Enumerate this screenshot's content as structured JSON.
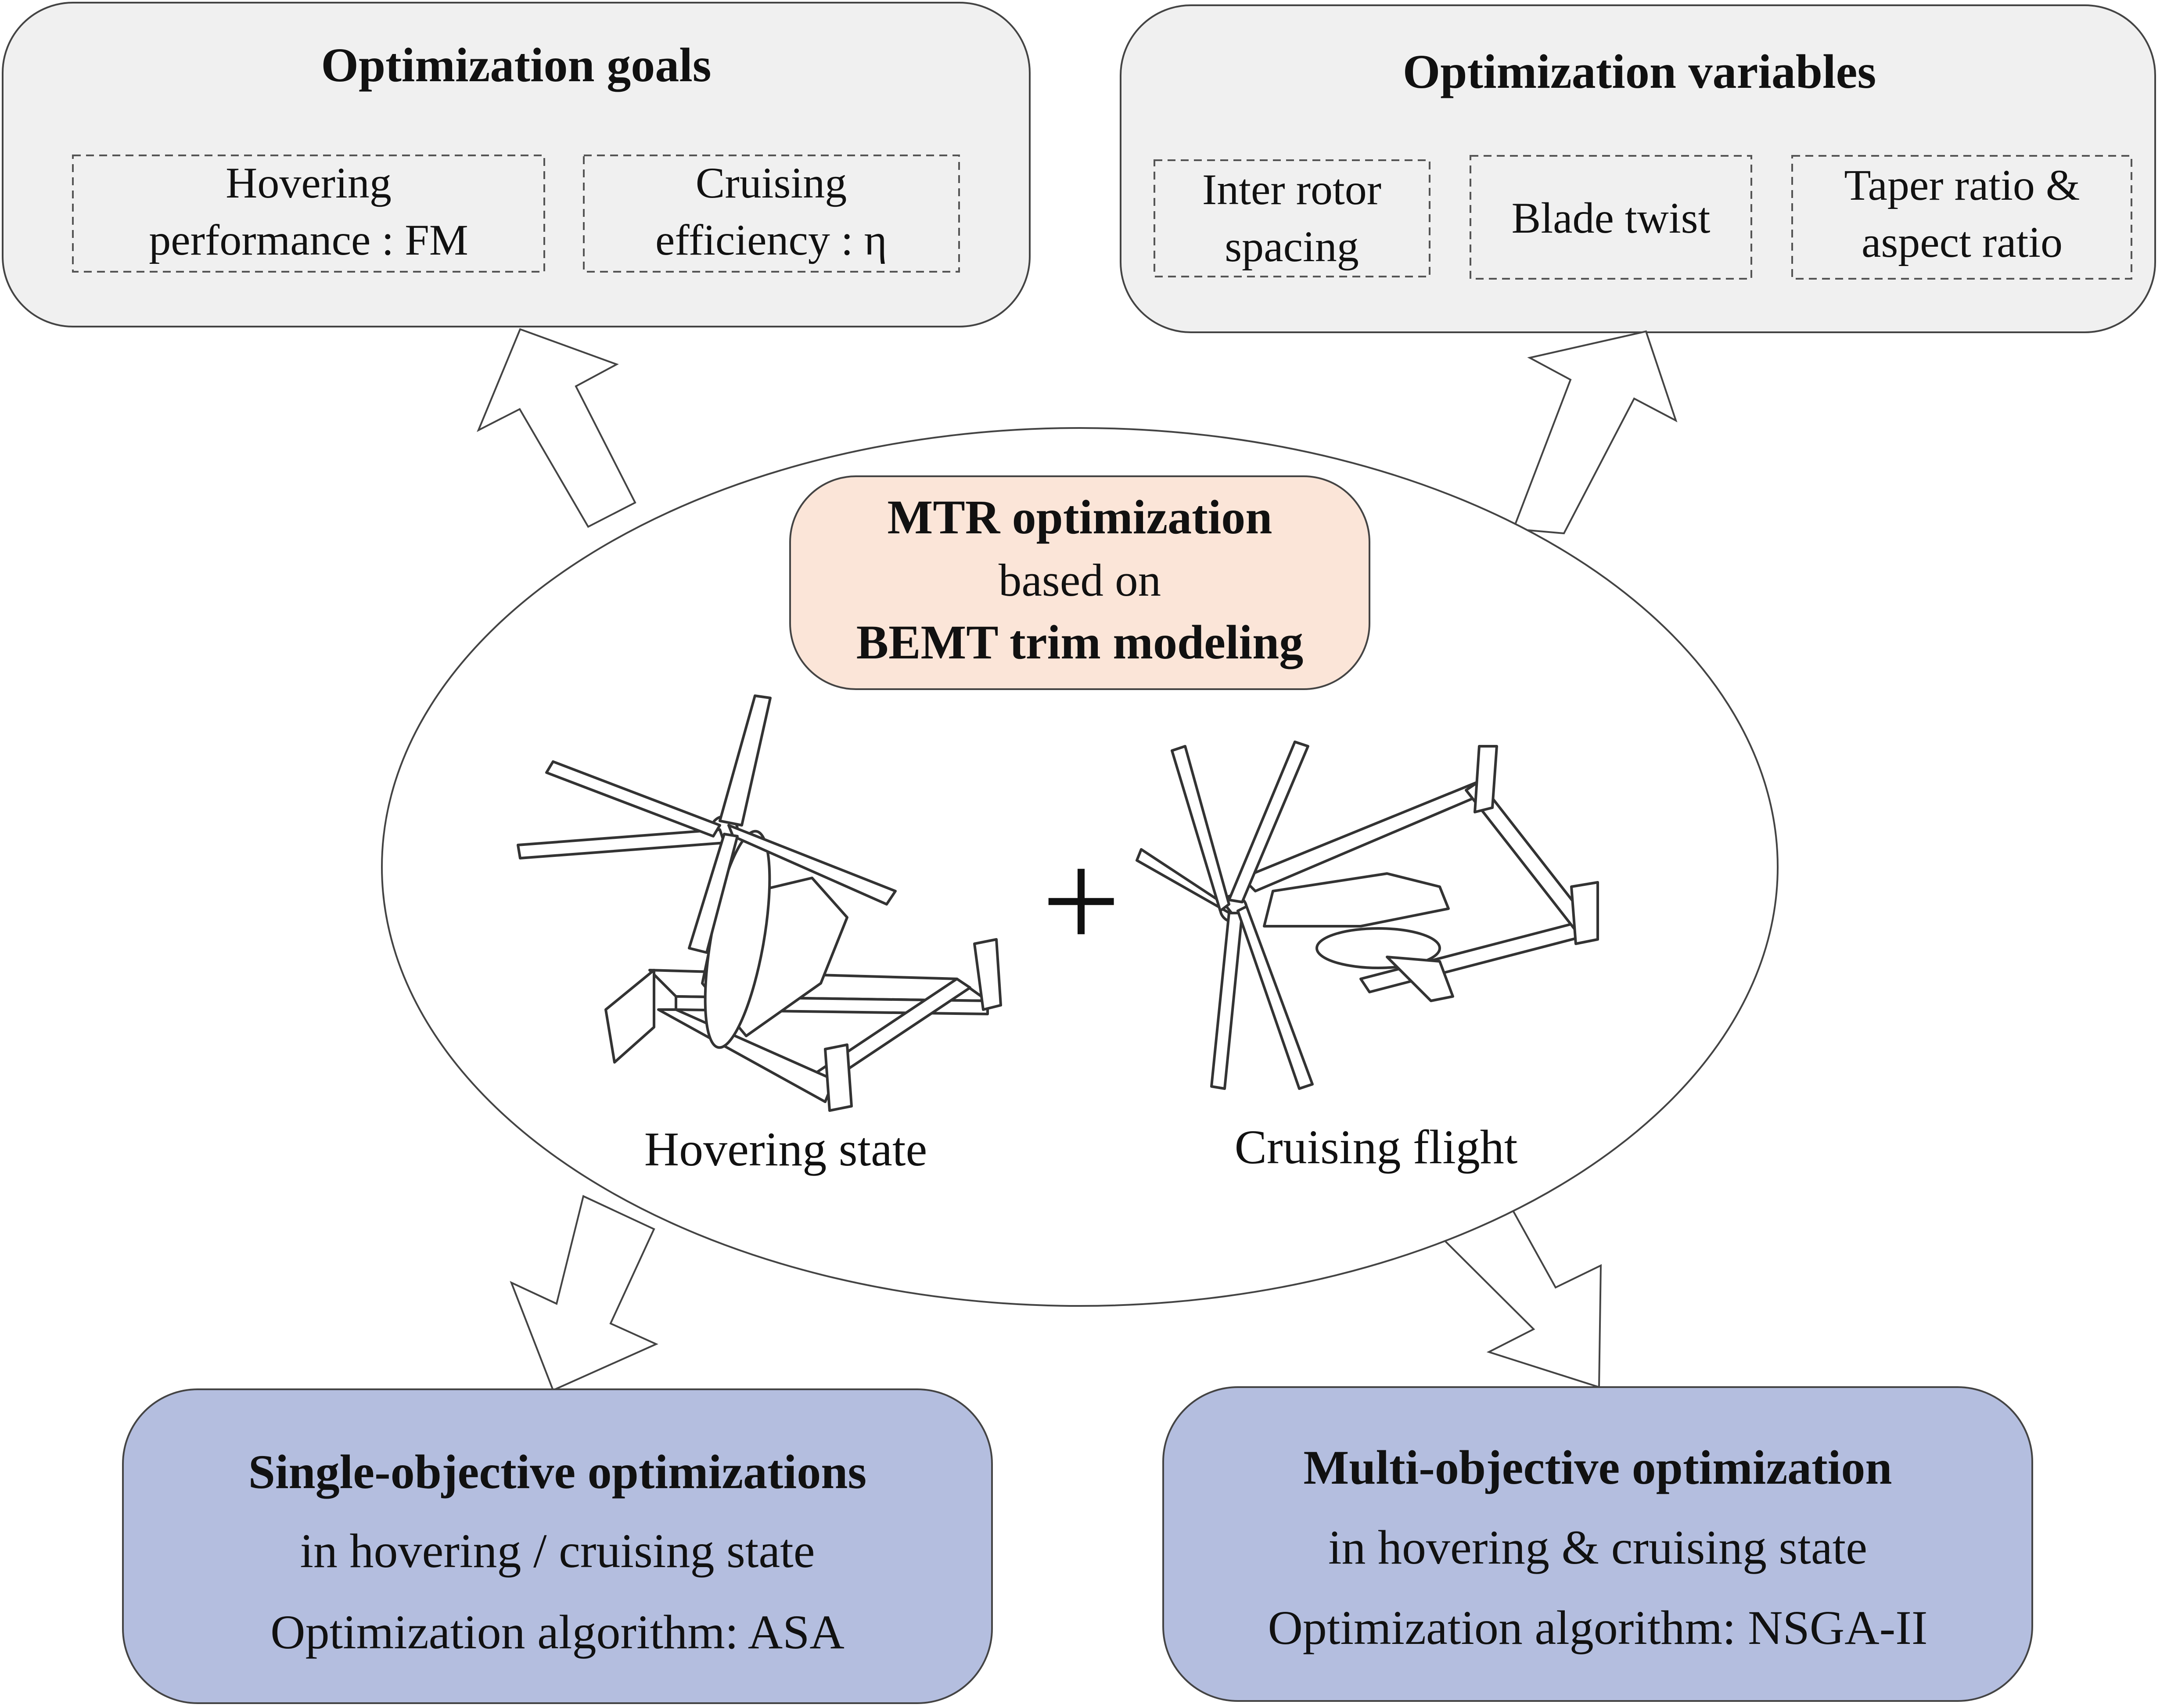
{
  "goals": {
    "title": "Optimization goals",
    "items": [
      {
        "line1": "Hovering",
        "line2": "performance : FM"
      },
      {
        "line1": "Cruising",
        "line2": "efficiency : η"
      }
    ]
  },
  "variables": {
    "title": "Optimization variables",
    "items": [
      {
        "line1": "Inter rotor",
        "line2": "spacing"
      },
      {
        "line1": "Blade twist",
        "line2": ""
      },
      {
        "line1": "Taper ratio &",
        "line2": "aspect ratio"
      }
    ]
  },
  "center": {
    "title": "MTR optimization",
    "middle": "based on",
    "subtitle": "BEMT trim modeling",
    "plus": "+",
    "hover_caption": "Hovering state",
    "cruise_caption": "Cruising flight"
  },
  "single": {
    "title": "Single-objective optimizations",
    "line2": "in hovering / cruising state",
    "line3": "Optimization algorithm: ASA"
  },
  "multi": {
    "title": "Multi-objective optimization",
    "line2": "in hovering & cruising state",
    "line3": "Optimization algorithm: NSGA-II"
  },
  "colors": {
    "top_box": "#f0f0f0",
    "bottom_box": "#b4bedf",
    "center_box": "#fbe5d8",
    "stroke": "#444444"
  }
}
